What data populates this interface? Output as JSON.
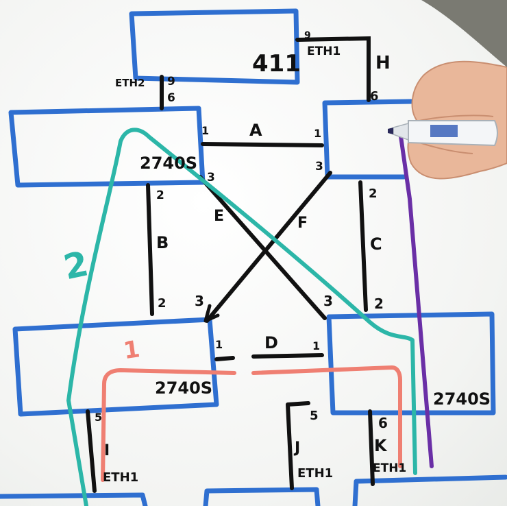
{
  "devices": {
    "top": {
      "label": "411"
    },
    "left_upper": {
      "label": "2740S"
    },
    "left_lower": {
      "label": "2740S"
    },
    "right_lower": {
      "label": "2740S"
    }
  },
  "ports": {
    "top_eth2": "ETH2",
    "top_eth2_num": "9",
    "top_eth1": "ETH1",
    "h_top": "9",
    "h_bottom": "6",
    "lu_eth": "6",
    "a_left": "1",
    "a_right": "1",
    "lu_e": "3",
    "ru_f": "3",
    "b_top": "2",
    "b_bottom": "2",
    "c_top": "2",
    "c_bottom": "2",
    "ll_f": "3",
    "rl_e": "3",
    "d_left": "1",
    "d_right": "1",
    "i_top": "5",
    "j_top": "5",
    "k_top": "6",
    "i_eth": "ETH1",
    "j_eth": "ETH1",
    "k_eth": "ETH1"
  },
  "links": {
    "a": "A",
    "b": "B",
    "c": "C",
    "d": "D",
    "e": "E",
    "f": "F",
    "h": "H",
    "i": "I",
    "j": "J",
    "k": "K"
  },
  "annotations": {
    "teal_number": "2",
    "red_number": "1"
  },
  "colors": {
    "box_blue": "#2f6fd0",
    "ink_black": "#111111",
    "teal_path": "#2cb6a8",
    "red_path": "#ef7f72",
    "purple_path": "#6a2fa6"
  },
  "icons": {
    "hand": "hand-holding-marker-icon",
    "marker": "whiteboard-marker-icon"
  }
}
